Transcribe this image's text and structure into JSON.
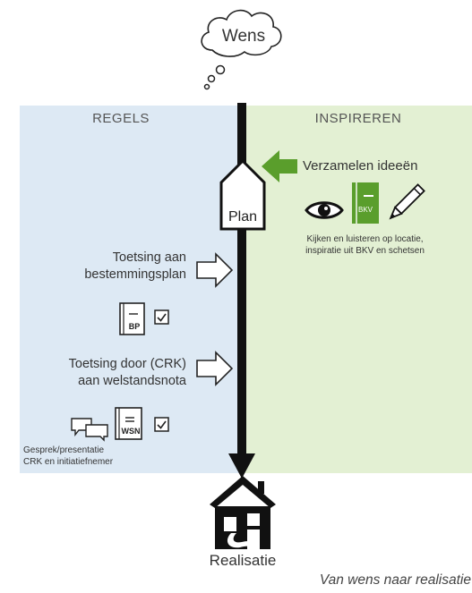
{
  "top": {
    "cloud_label": "Wens"
  },
  "columns": {
    "left_heading": "REGELS",
    "right_heading": "INSPIREREN"
  },
  "plan": {
    "label": "Plan"
  },
  "inspire": {
    "step_label": "Verzamelen ideeën",
    "book_label": "BKV",
    "caption_line1": "Kijken en luisteren op locatie,",
    "caption_line2": "inspiratie uit BKV en schetsen"
  },
  "rules": {
    "check1_line1": "Toetsing aan",
    "check1_line2": "bestemmingsplan",
    "doc1_label": "BP",
    "check2_line1": "Toetsing door (CRK)",
    "check2_line2": "aan welstandsnota",
    "doc2_label": "WSN",
    "meeting_line1": "Gesprek/presentatie",
    "meeting_line2": "CRK en initiatiefnemer"
  },
  "bottom": {
    "result_label": "Realisatie",
    "caption": "Van wens naar realisatie"
  },
  "colors": {
    "left_panel": "#dde9f4",
    "right_panel": "#e3f0d3",
    "accent_green": "#5a9e2c",
    "line": "#111111"
  },
  "icons": [
    "cloud-icon",
    "thought-bubble-icon",
    "green-arrow-icon",
    "eye-icon",
    "book-icon",
    "pencil-icon",
    "house-pentagon-icon",
    "outline-arrow-icon",
    "document-icon",
    "checkbox-icon",
    "chat-bubbles-icon",
    "house-icon"
  ]
}
